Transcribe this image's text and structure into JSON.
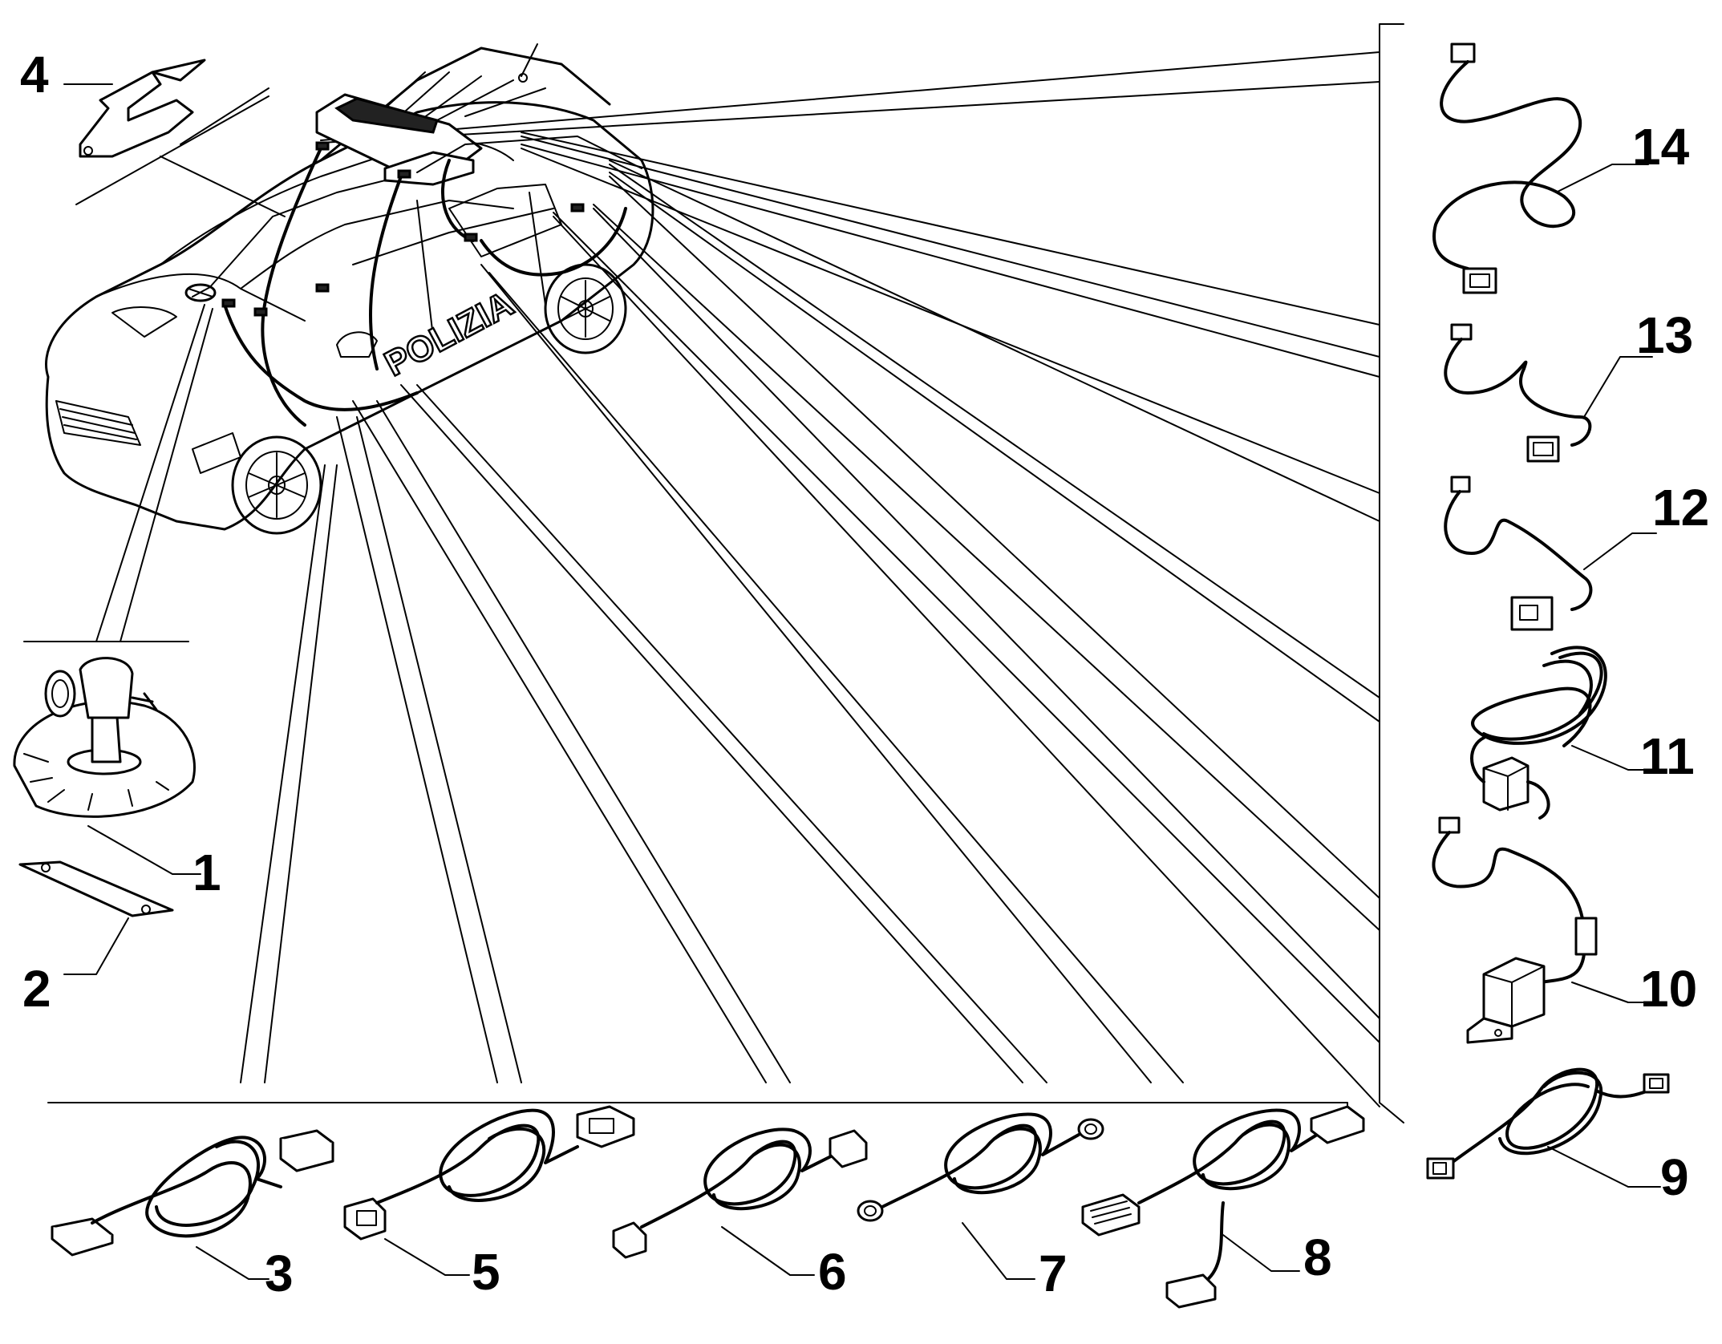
{
  "vehicle": {
    "door_lettering": "POLIZIA"
  },
  "callouts": [
    {
      "id": 1,
      "label": "1"
    },
    {
      "id": 2,
      "label": "2"
    },
    {
      "id": 3,
      "label": "3"
    },
    {
      "id": 4,
      "label": "4"
    },
    {
      "id": 5,
      "label": "5"
    },
    {
      "id": 6,
      "label": "6"
    },
    {
      "id": 7,
      "label": "7"
    },
    {
      "id": 8,
      "label": "8"
    },
    {
      "id": 9,
      "label": "9"
    },
    {
      "id": 10,
      "label": "10"
    },
    {
      "id": 11,
      "label": "11"
    },
    {
      "id": 12,
      "label": "12"
    },
    {
      "id": 13,
      "label": "13"
    },
    {
      "id": 14,
      "label": "14"
    }
  ],
  "colors": {
    "line": "#000000",
    "background": "#ffffff"
  }
}
